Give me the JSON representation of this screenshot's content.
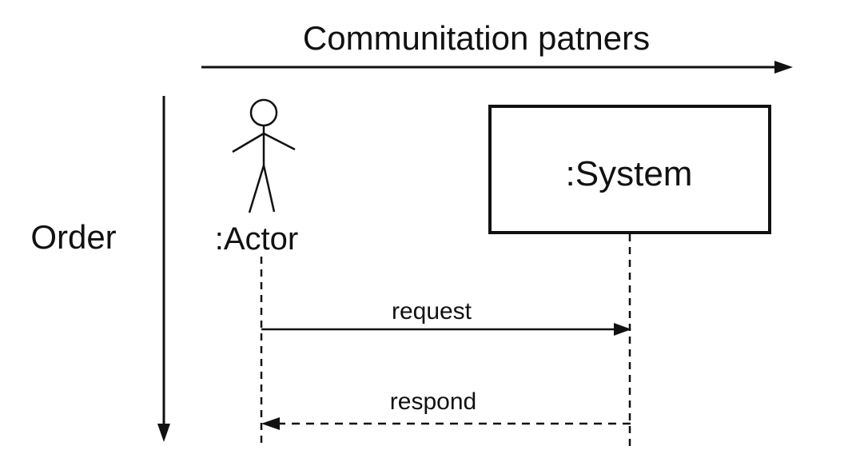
{
  "diagram": {
    "type": "uml-sequence-diagram",
    "title": "Communitation patners",
    "axis_left_label": "Order",
    "participants": [
      {
        "name": ":Actor",
        "kind": "actor-stick-figure"
      },
      {
        "name": ":System",
        "kind": "object-box"
      }
    ],
    "messages": [
      {
        "label": "request",
        "from": ":Actor",
        "to": ":System",
        "line_style": "solid"
      },
      {
        "label": "respond",
        "from": ":System",
        "to": ":Actor",
        "line_style": "dashed"
      }
    ]
  },
  "colors": {
    "ink": "#111111",
    "background": "#ffffff"
  }
}
